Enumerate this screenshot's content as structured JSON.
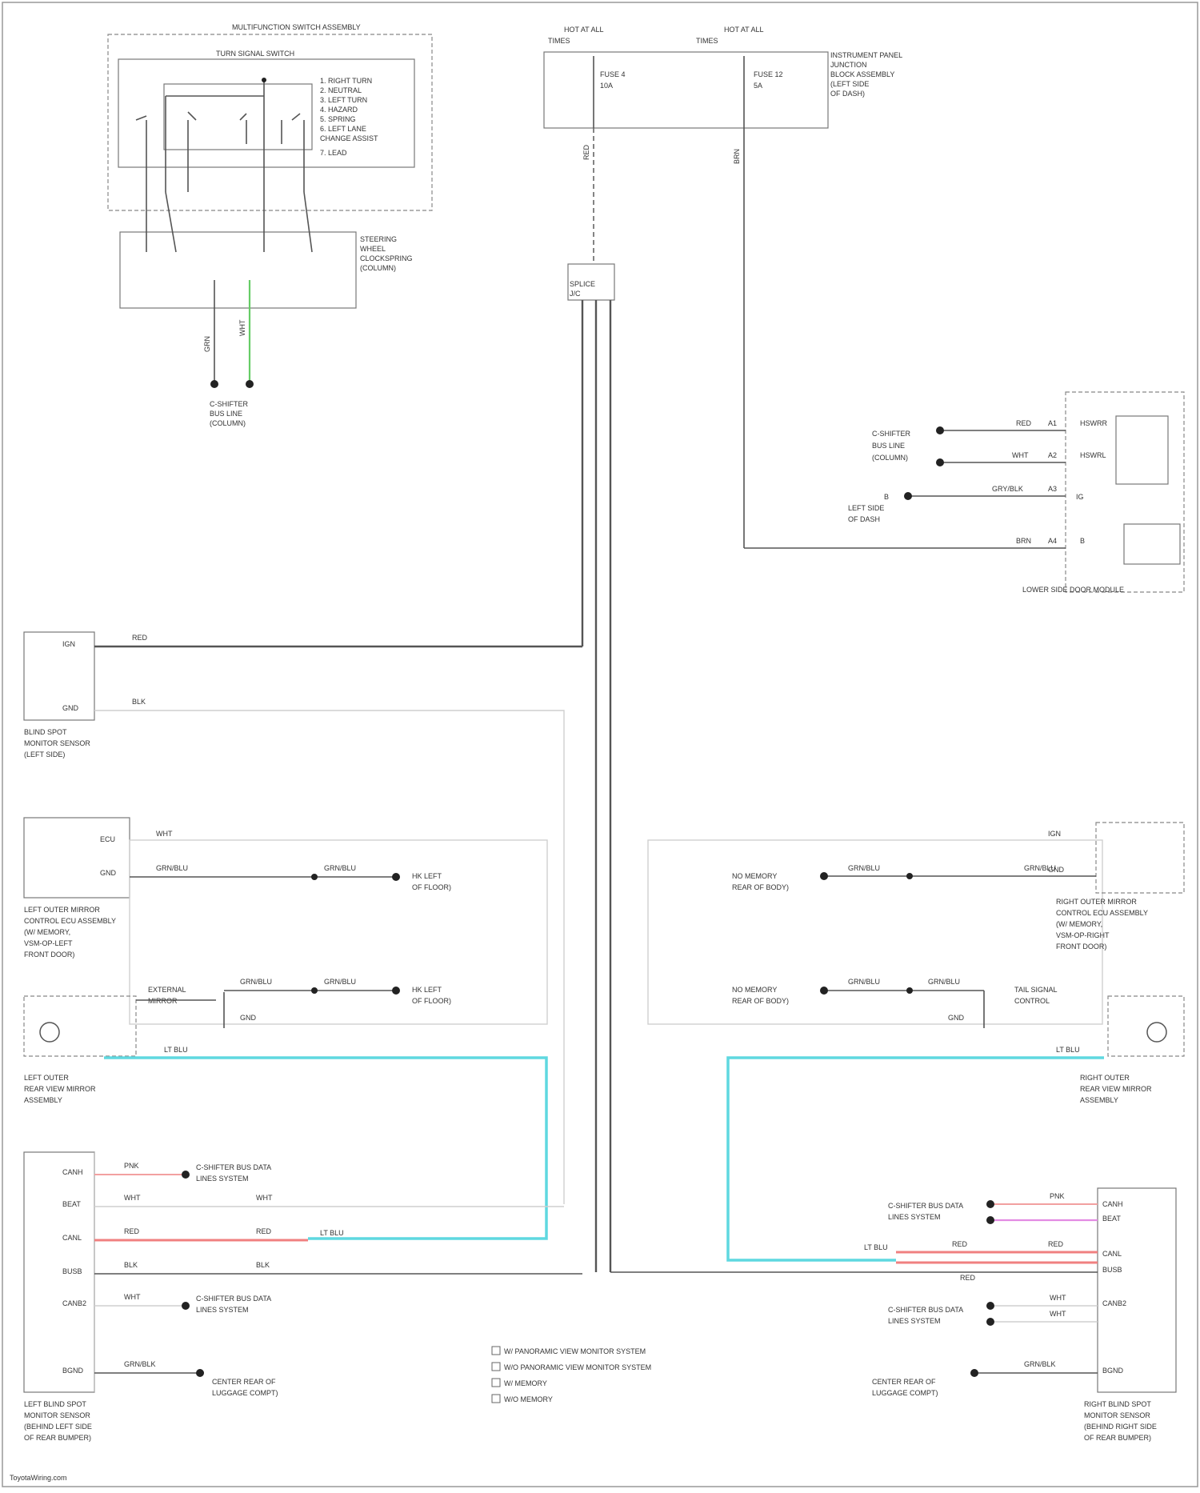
{
  "diagram": {
    "top_left": {
      "title": "MULTIFUNCTION SWITCH ASSEMBLY",
      "subtitle": "TURN SIGNAL SWITCH",
      "legend": [
        "1. RIGHT TURN",
        "2. NEUTRAL",
        "3. LEFT TURN",
        "4. HAZARD",
        "5. SPRING",
        "6. LEFT LANE",
        "CHANGE ASSIST",
        "7. LEAD"
      ],
      "clockspring": [
        "STEERING",
        "WHEEL",
        "CLOCKSPRING",
        "(COLUMN)"
      ],
      "ground": [
        "C-SHIFTER",
        "BUS LINE",
        "(COLUMN)"
      ],
      "wire_labels": [
        "GRN",
        "WHT"
      ]
    },
    "top_center": {
      "fuse1": [
        "HOT AT ALL",
        "TIMES"
      ],
      "fuse2": [
        "HOT AT ALL",
        "TIMES"
      ],
      "fuse1_text": [
        "FUSE 4",
        "10A"
      ],
      "fuse2_text": [
        "FUSE 12",
        "5A"
      ],
      "ipdm": [
        "INSTRUMENT PANEL",
        "JUNCTION",
        "BLOCK ASSEMBLY",
        "(LEFT SIDE",
        "OF DASH)"
      ],
      "wire1": "RED",
      "wire2": "BRN",
      "splice": [
        "SPLICE",
        "J/C"
      ]
    },
    "right_module": {
      "label": "LOWER SIDE DOOR MODULE",
      "wires": [
        {
          "label": "RED",
          "pin": "A1",
          "name": "HSWRR"
        },
        {
          "label": "WHT",
          "pin": "A2",
          "name": "HSWRL"
        },
        {
          "label": "GRY/BLK",
          "pin": "A3",
          "name": "IG"
        },
        {
          "label": "BRN",
          "pin": "A4",
          "name": "B"
        }
      ],
      "left_labels": [
        "C-SHIFTER",
        "BUS LINE",
        "(COLUMN)"
      ],
      "ground_label": [
        "LEFT SIDE",
        "OF DASH"
      ],
      "ground_pin": "B"
    },
    "blind_spot_left": {
      "name": [
        "BLIND SPOT",
        "MONITOR SENSOR",
        "(LEFT SIDE)"
      ],
      "pins": [
        "IGN",
        "GND"
      ],
      "wires": [
        "RED",
        "BLK"
      ]
    },
    "left_outer_mirror": {
      "name": [
        "LEFT OUTER MIRROR",
        "CONTROL ECU ASSEMBLY",
        "(W/ MEMORY,",
        "VSM-OP-LEFT",
        "FRONT DOOR)"
      ],
      "pins": [
        "ECU",
        "GND"
      ],
      "wires": [
        "WHT",
        "GRN/BLU"
      ],
      "mid_label": "GRN/BLU",
      "right_label": [
        "HK LEFT",
        "OF FLOOR)"
      ]
    },
    "left_side_mirror": {
      "name": [
        "LEFT OUTER",
        "REAR VIEW MIRROR",
        "ASSEMBLY"
      ],
      "labels": [
        "EXTERNAL",
        "MIRROR"
      ],
      "wires": [
        "GRN/BLU",
        "GRN/BLU"
      ],
      "right_label": [
        "HK LEFT",
        "OF FLOOR)"
      ],
      "gnd": "GND",
      "cyan_label": "LT BLU"
    },
    "right_outer_mirror": {
      "name": [
        "RIGHT OUTER MIRROR",
        "CONTROL ECU ASSEMBLY",
        "(W/ MEMORY,",
        "VSM-OP-RIGHT",
        "FRONT DOOR)"
      ],
      "pins": [
        "IGN",
        "GND"
      ],
      "wires": [
        "GRN/BLU",
        "GRN/BLU"
      ],
      "left_label": [
        "NO MEMORY",
        "REAR OF BODY)"
      ]
    },
    "right_side_mirror": {
      "name": [
        "RIGHT OUTER",
        "REAR VIEW MIRROR",
        "ASSEMBLY"
      ],
      "labels": [
        "TAIL SIGNAL",
        "CONTROL"
      ],
      "left_label": [
        "NO MEMORY",
        "REAR OF BODY)"
      ],
      "wires": [
        "GRN/BLU",
        "GRN/BLU"
      ],
      "gnd": "GND",
      "cyan_label": "LT BLU"
    },
    "left_radar": {
      "name": [
        "LEFT BLIND SPOT",
        "MONITOR SENSOR",
        "(BEHIND LEFT SIDE",
        "OF REAR BUMPER)"
      ],
      "pins": [
        "CANH",
        "BEAT",
        "CANL",
        "BUSB",
        "CANB2",
        "",
        "",
        "BGND"
      ],
      "wires": [
        "PNK",
        "WHT",
        "RED",
        "BLK",
        "WHT",
        "GRN/BLK"
      ],
      "labels_right": [
        "C-SHIFTER BUS DATA",
        "LINES SYSTEM"
      ],
      "labels_right2": [
        "C-SHIFTER BUS DATA",
        "LINES SYSTEM"
      ],
      "ground": [
        "CENTER REAR OF",
        "LUGGAGE COMPT)"
      ],
      "mid_wires": [
        "WHT",
        "RED",
        "BLK"
      ],
      "cyan_label": "LT BLU"
    },
    "right_radar": {
      "name": [
        "RIGHT BLIND SPOT",
        "MONITOR SENSOR",
        "(BEHIND RIGHT SIDE",
        "OF REAR BUMPER)"
      ],
      "pins": [
        "CANH",
        "BEAT",
        "CANL",
        "BUSB",
        "CANB2",
        "BGND"
      ],
      "wires": [
        "PNK",
        "RED",
        "RED",
        "RED",
        "WHT",
        "WHT",
        "GRN/BLK"
      ],
      "labels_left": [
        "C-SHIFTER BUS DATA",
        "LINES SYSTEM"
      ],
      "labels_left2": [
        "C-SHIFTER BUS DATA",
        "LINES SYSTEM"
      ],
      "ground": [
        "CENTER REAR OF",
        "LUGGAGE COMPT)"
      ],
      "cyan_label": "LT BLU"
    },
    "notes": [
      "W/ PANORAMIC VIEW MONITOR SYSTEM",
      "W/O PANORAMIC VIEW MONITOR SYSTEM",
      "W/ MEMORY",
      "W/O MEMORY"
    ],
    "footer": "ToyotaWiring.com"
  }
}
